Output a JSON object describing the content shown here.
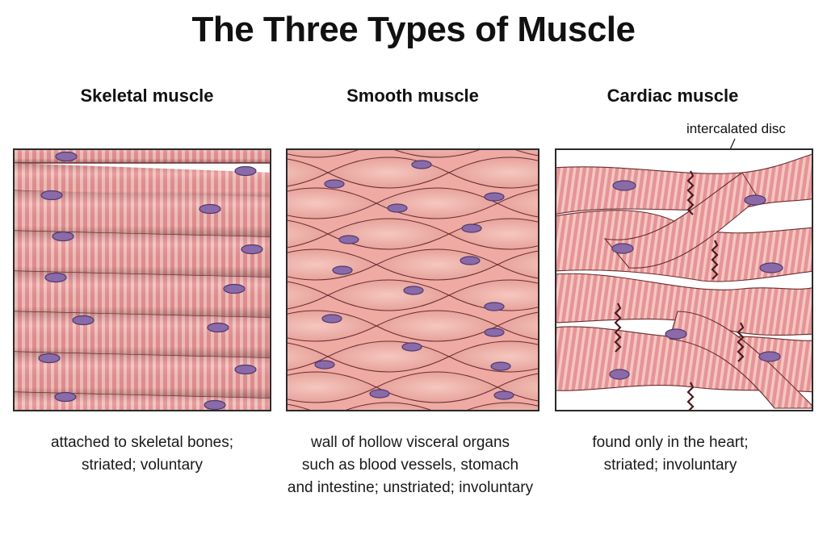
{
  "title": "The Three Types of Muscle",
  "panels": [
    {
      "heading": "Skeletal muscle",
      "caption": [
        "attached to skeletal bones;",
        "striated; voluntary"
      ]
    },
    {
      "heading": "Smooth muscle",
      "caption": [
        "wall of hollow visceral organs",
        "such as blood vessels, stomach",
        "and intestine; unstriated; involuntary"
      ]
    },
    {
      "heading": "Cardiac muscle",
      "caption": [
        "found only in the heart;",
        "striated; involuntary"
      ],
      "annotation": "intercalated disc"
    }
  ],
  "colors": {
    "fiber": "#e79a9a",
    "fiber_dark": "#cf6f72",
    "stripe": "#f3c3c0",
    "nucleus": "#8a6aa8",
    "nucleus_edge": "#4d3a6c",
    "smooth_bg": "#f0b1a9",
    "outline": "#6b2c30"
  },
  "icons": [
    "nucleus-icon",
    "leader-line"
  ]
}
